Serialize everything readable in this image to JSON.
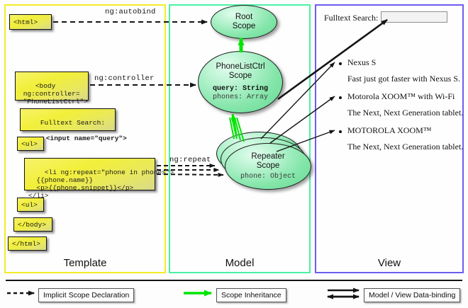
{
  "columns": [
    {
      "id": "template",
      "label": "Template",
      "border_color": "#f2ec26"
    },
    {
      "id": "model",
      "label": "Model",
      "border_color": "#4bf0a6"
    },
    {
      "id": "view",
      "label": "View",
      "border_color": "#6d5cf0"
    }
  ],
  "template": {
    "boxes": [
      {
        "name": "html-open-tag",
        "text": "<html>"
      },
      {
        "name": "body-controller-tag",
        "text": "<body\n ng:controller=\n \"PhoneListCtrl\">"
      },
      {
        "name": "fulltext-search-tag",
        "line1": "Fulltext Search:",
        "line2": "<input name=\"query\">"
      },
      {
        "name": "ul-open-tag",
        "text": "<ul>"
      },
      {
        "name": "li-repeat-tag",
        "text": "<li ng:repeat=\"phone in phones\">\n  {{phone.name}}\n  <p>{{phone.snippet}}</p>\n</li>"
      },
      {
        "name": "ul-close-tag",
        "text": "<ul>"
      },
      {
        "name": "body-close-tag",
        "text": "</body>"
      },
      {
        "name": "html-close-tag",
        "text": "</html>"
      }
    ]
  },
  "connectors": [
    {
      "name": "ng-autobind",
      "label": "ng:autobind"
    },
    {
      "name": "ng-controller",
      "label": "ng:controller"
    },
    {
      "name": "ng-repeat",
      "label": "ng:repeat"
    }
  ],
  "model": {
    "scopes": [
      {
        "name": "root-scope",
        "title_line1": "Root",
        "title_line2": "Scope",
        "props": []
      },
      {
        "name": "phonelistctrl-scope",
        "title_line1": "PhoneListCtrl",
        "title_line2": "Scope",
        "props": [
          {
            "text": "query: String",
            "emphasis": true
          },
          {
            "text": "phones: Array",
            "emphasis": false
          }
        ]
      },
      {
        "name": "repeater-scope",
        "title_line1": "Repeater",
        "title_line2": "Scope",
        "props": [
          {
            "text": "phone: Object",
            "emphasis": false
          }
        ]
      }
    ]
  },
  "view": {
    "search_label": "Fulltext Search:",
    "search_value": "",
    "phones": [
      {
        "title": "Nexus S",
        "snippet": "Fast just got faster with Nexus S."
      },
      {
        "title": "Motorola XOOM™  with Wi-Fi",
        "snippet": "The Next, Next Generation tablet."
      },
      {
        "title": "MOTOROLA XOOM™",
        "snippet": "The Next, Next Generation tablet."
      }
    ]
  },
  "legend": {
    "items": [
      {
        "name": "implicit-scope-declaration",
        "label": "Implicit Scope Declaration",
        "marker": "dashed-arrow",
        "color": "#141414"
      },
      {
        "name": "scope-inheritance",
        "label": "Scope Inheritance",
        "marker": "green-arrow",
        "color": "#00e500"
      },
      {
        "name": "model-view-data-binding",
        "label": "Model / View Data-binding",
        "marker": "double-arrow",
        "color": "#141414"
      }
    ]
  },
  "colors": {
    "code_box_fill": "#f2ef3a",
    "scope_fill": "#86e6ab",
    "inheritance_arrow": "#00e500",
    "outline": "#1c1c1c"
  }
}
